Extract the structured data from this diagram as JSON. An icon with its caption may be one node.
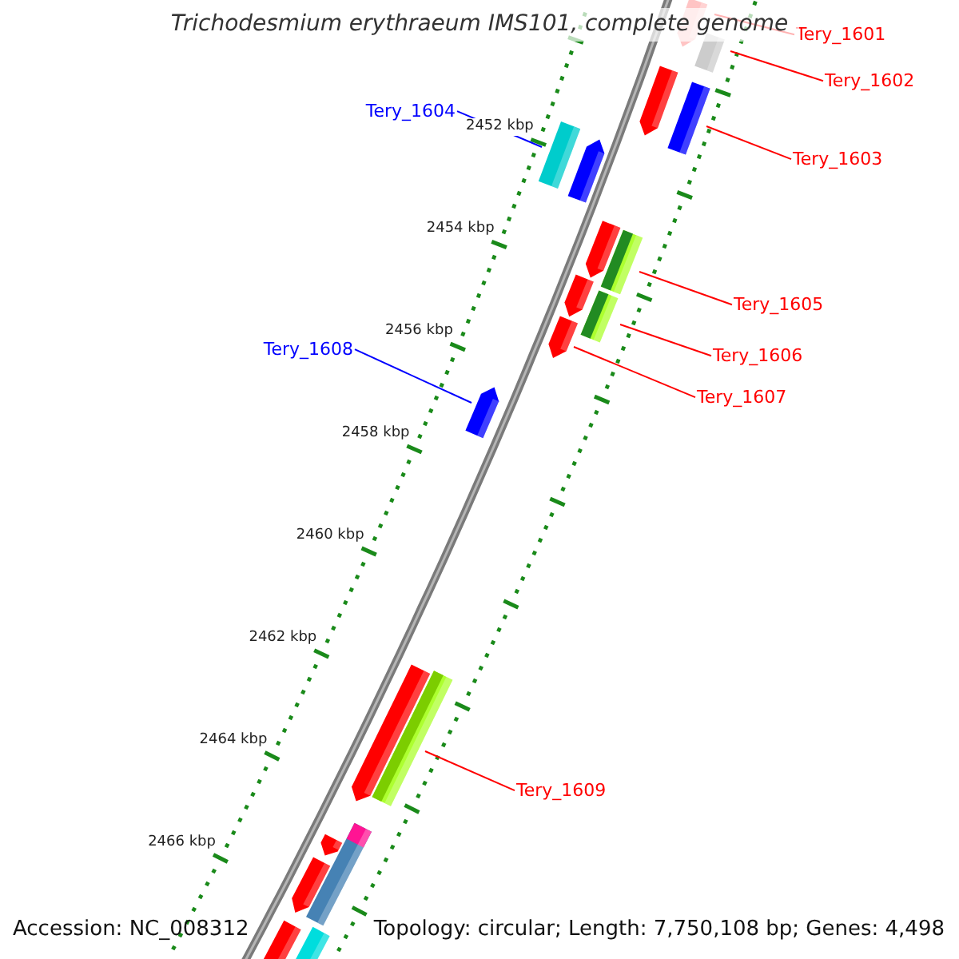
{
  "diagram": {
    "title": "Trichodesmium erythraeum IMS101, complete genome",
    "nodes": [
      {
        "text": [
          "Tery_1601"
        ]
      },
      {
        "text": [
          "Tery_1602"
        ]
      },
      {
        "text": [
          "Tery_1604"
        ]
      },
      {
        "text": [
          "Tery_1603"
        ]
      },
      {
        "text": [
          "Tery_1605"
        ]
      },
      {
        "text": [
          "Tery_1608"
        ]
      },
      {
        "text": [
          "Tery_1606"
        ]
      },
      {
        "text": [
          "Tery_1607"
        ]
      },
      {
        "text": [
          "Tery_1609"
        ]
      },
      {
        "text": [],
        "shape": "arrow"
      },
      {
        "text": [],
        "shape": "bar"
      },
      {
        "text": [],
        "shape": "arrow"
      },
      {
        "text": [],
        "shape": "bar"
      },
      {
        "text": [],
        "shape": "bar"
      },
      {
        "text": [],
        "shape": "arrow"
      },
      {
        "text": [],
        "shape": "arrow"
      },
      {
        "text": [],
        "shape": "bar"
      },
      {
        "text": [],
        "shape": "arrow"
      },
      {
        "text": [],
        "shape": "bar"
      },
      {
        "text": [],
        "shape": "arrow"
      },
      {
        "text": [],
        "shape": "arrow"
      },
      {
        "text": [],
        "shape": "arrow"
      },
      {
        "text": [],
        "shape": "bar"
      },
      {
        "text": [],
        "shape": "arrow"
      },
      {
        "text": [],
        "shape": "bar"
      },
      {
        "text": [],
        "shape": "arrow"
      },
      {
        "text": [],
        "shape": "bar"
      },
      {
        "text": [],
        "shape": "bar"
      }
    ],
    "edges": [
      {
        "from": 0,
        "to": 9,
        "arrow": "none"
      },
      {
        "from": 1,
        "to": 10,
        "arrow": "none"
      },
      {
        "from": 2,
        "to": 13,
        "arrow": "none",
        "color": "#0000ff"
      },
      {
        "from": 3,
        "to": 12,
        "arrow": "none"
      },
      {
        "from": 4,
        "to": 16,
        "arrow": "none"
      },
      {
        "from": 5,
        "to": 20,
        "arrow": "none",
        "color": "#0000ff"
      },
      {
        "from": 6,
        "to": 18,
        "arrow": "none"
      },
      {
        "from": 7,
        "to": 19,
        "arrow": "none"
      },
      {
        "from": 8,
        "to": 22,
        "arrow": "none"
      }
    ],
    "labels": [
      "2452 kbp",
      "2454 kbp",
      "2456 kbp",
      "2458 kbp",
      "2460 kbp",
      "2462 kbp",
      "2464 kbp",
      "2466 kbp",
      "Accession: NC_008312",
      "Topology: circular; Length: 7,750,108 bp; Genes: 4,498"
    ]
  }
}
